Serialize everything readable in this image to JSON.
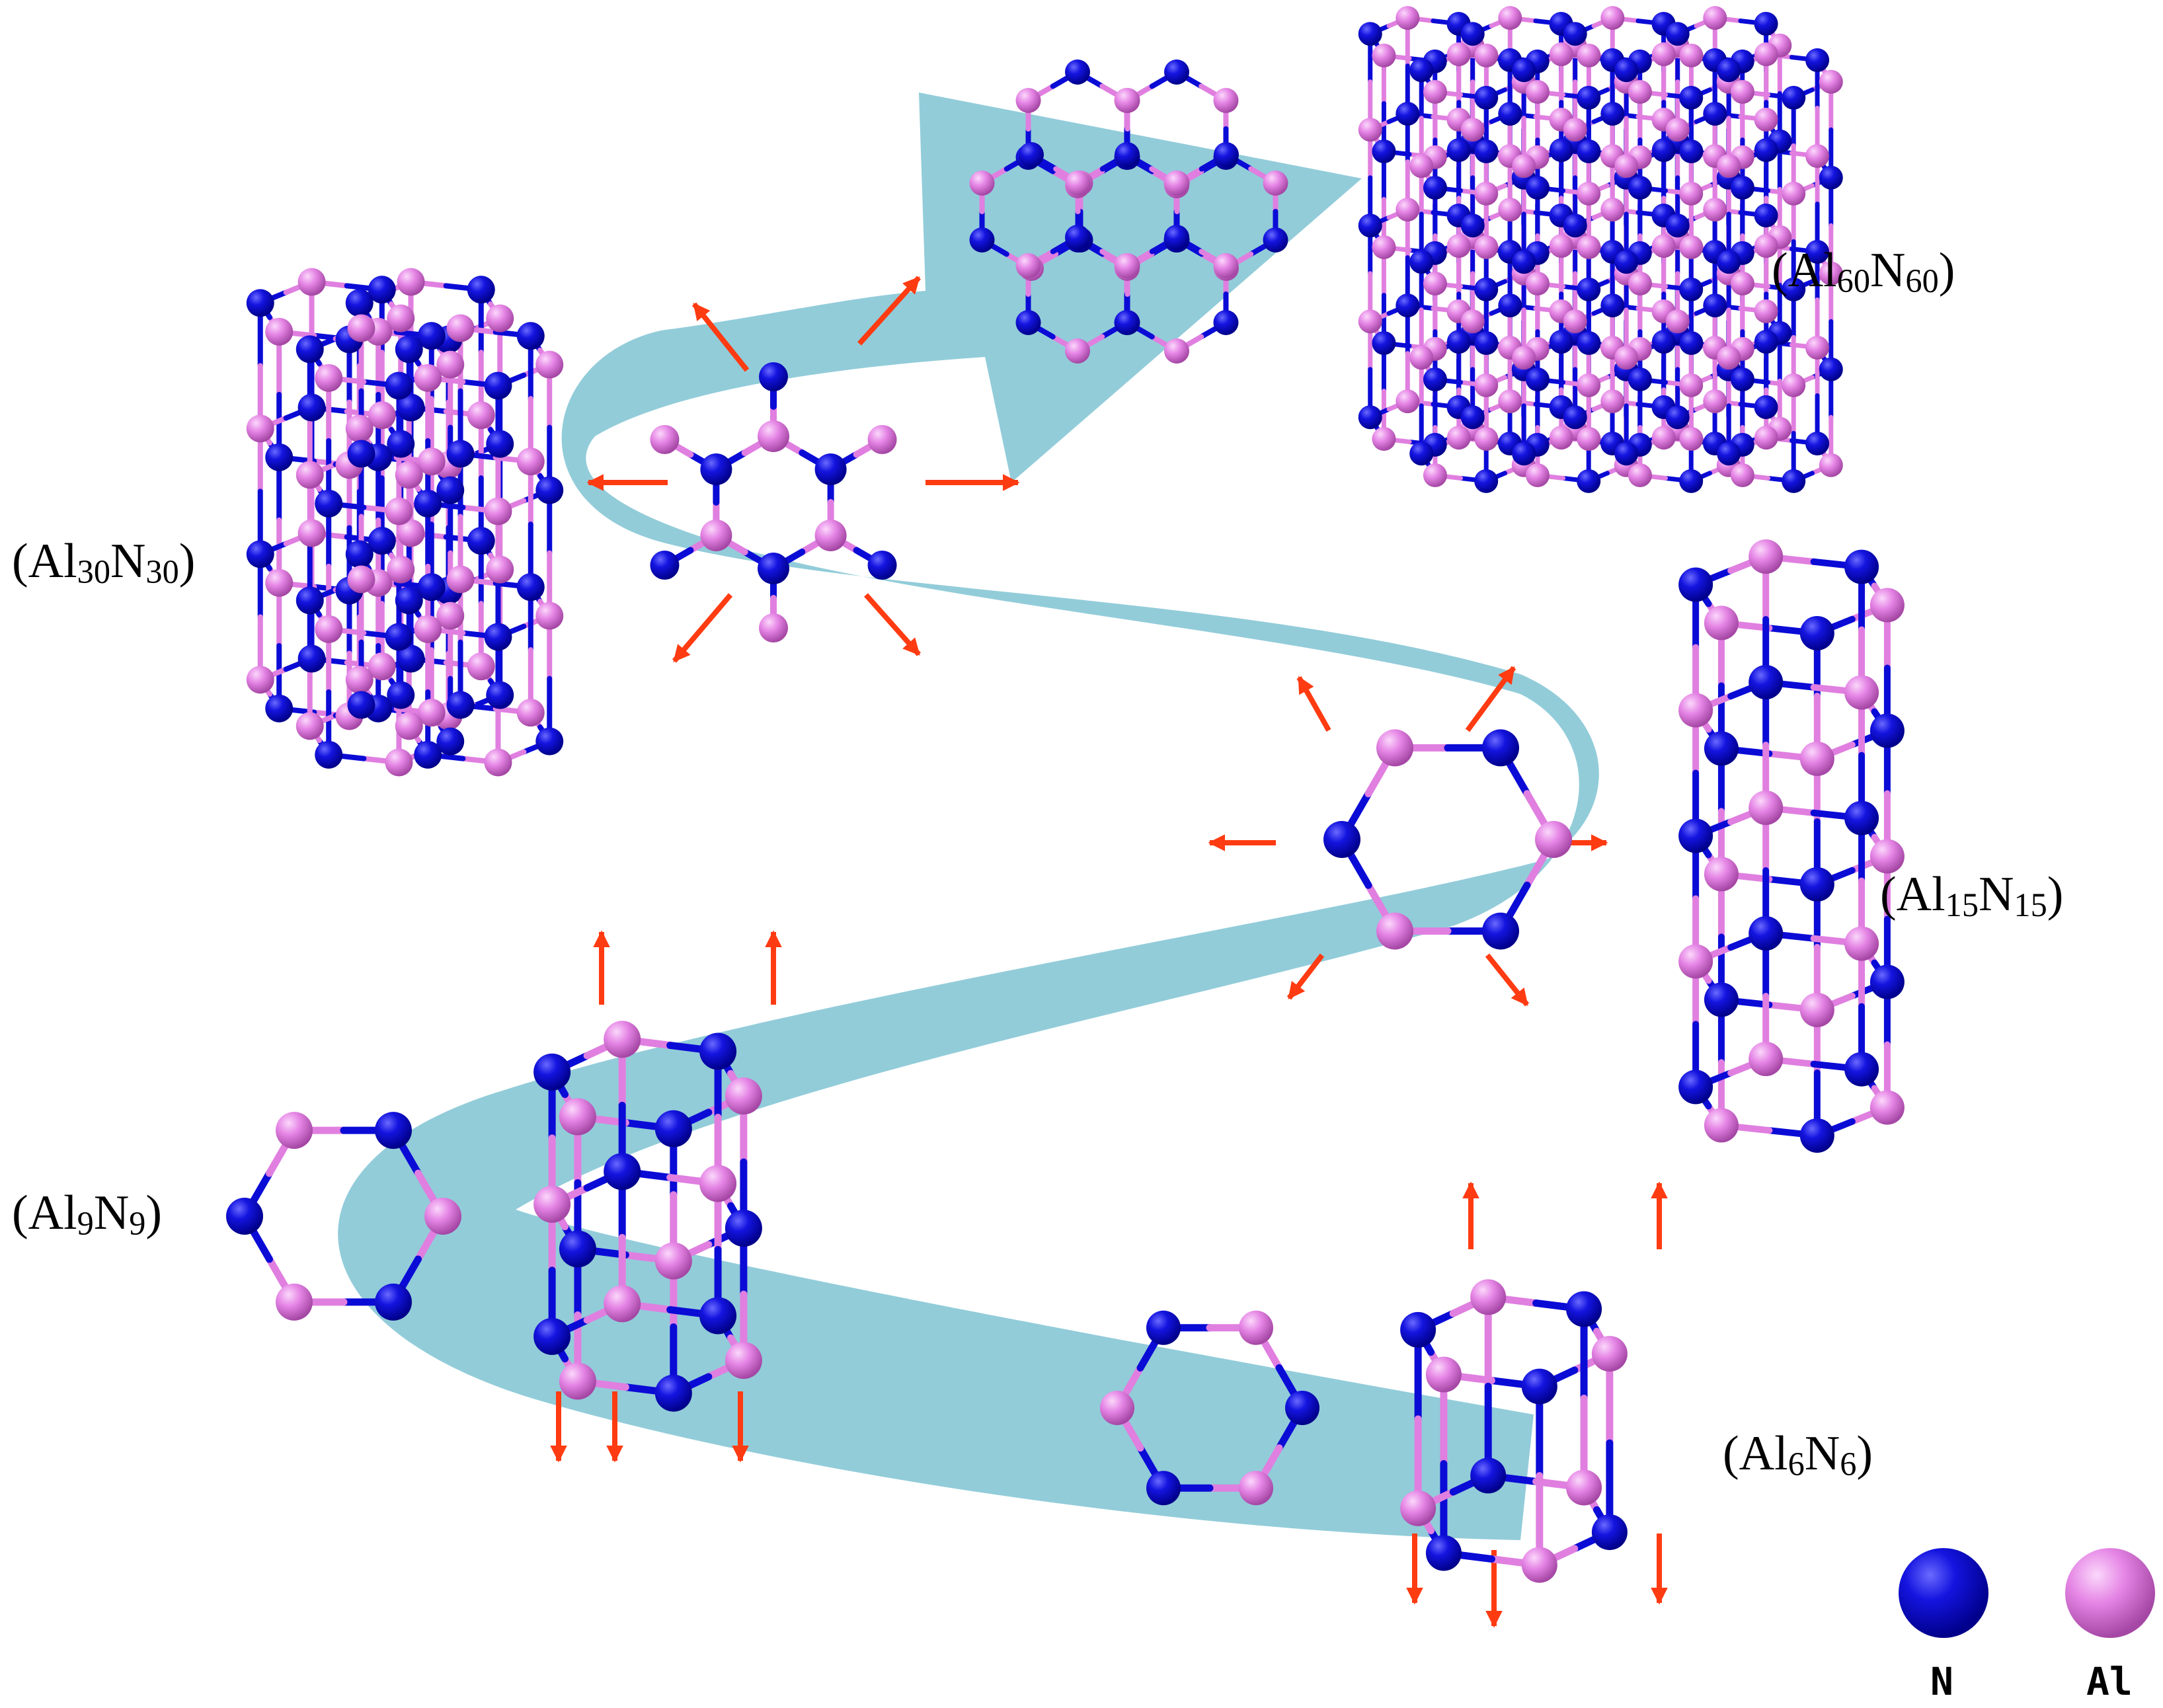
{
  "colors": {
    "nitrogen": "#0b0bd6",
    "aluminum": "#e07fe0",
    "ribbon": "#92ccd9",
    "arrow": "#ff3b12"
  },
  "clusters": [
    {
      "id": "al6n6",
      "parts": [
        [
          "Al",
          "6"
        ],
        [
          "N",
          "6"
        ]
      ]
    },
    {
      "id": "al9n9",
      "parts": [
        [
          "Al",
          "9"
        ],
        [
          "N",
          "9"
        ]
      ]
    },
    {
      "id": "al15n15",
      "parts": [
        [
          "Al",
          "15"
        ],
        [
          "N",
          "15"
        ]
      ]
    },
    {
      "id": "al30n30",
      "parts": [
        [
          "Al",
          "30"
        ],
        [
          "N",
          "30"
        ]
      ]
    },
    {
      "id": "al60n60",
      "parts": [
        [
          "Al",
          "60"
        ],
        [
          "N",
          "60"
        ]
      ]
    }
  ],
  "legend": [
    {
      "element": "nitrogen",
      "label": "N"
    },
    {
      "element": "aluminum",
      "label": "Al"
    }
  ]
}
